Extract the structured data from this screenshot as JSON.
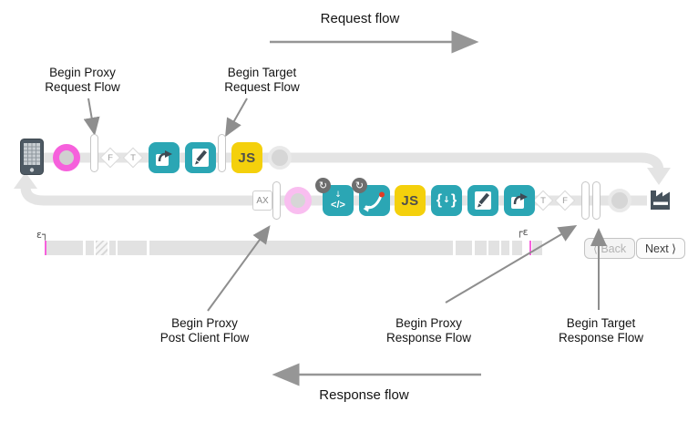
{
  "titles": {
    "request_flow": "Request flow",
    "response_flow": "Response flow"
  },
  "callouts": {
    "begin_proxy_request": {
      "line1": "Begin Proxy",
      "line2": "Request Flow"
    },
    "begin_target_request": {
      "line1": "Begin Target",
      "line2": "Request Flow"
    },
    "begin_proxy_post_client": {
      "line1": "Begin Proxy",
      "line2": "Post Client Flow"
    },
    "begin_proxy_response": {
      "line1": "Begin Proxy",
      "line2": "Response Flow"
    },
    "begin_target_response": {
      "line1": "Begin Target",
      "line2": "Response Flow"
    }
  },
  "flow": {
    "request_row": {
      "condition_false": "F",
      "condition_true": "T",
      "js_label": "JS"
    },
    "response_row": {
      "ax_label": "AX",
      "js_label": "JS",
      "condition_true": "T",
      "condition_false": "F",
      "code_glyph": "</>",
      "brace_open": "{",
      "brace_close": "}"
    }
  },
  "glyphs": {
    "rotate": "↻",
    "down_arrow": "↓"
  },
  "timeline": {
    "start_marker": "ε┐",
    "end_marker": "┌ε"
  },
  "pager": {
    "back": "⟨ Back",
    "next": "Next ⟩"
  },
  "colors": {
    "teal": "#2ba6b4",
    "yellow": "#f4d00c",
    "pink": "#f660dc",
    "pink_light": "#f9bef0",
    "track": "#e4e4e4",
    "dark": "#46525c"
  }
}
